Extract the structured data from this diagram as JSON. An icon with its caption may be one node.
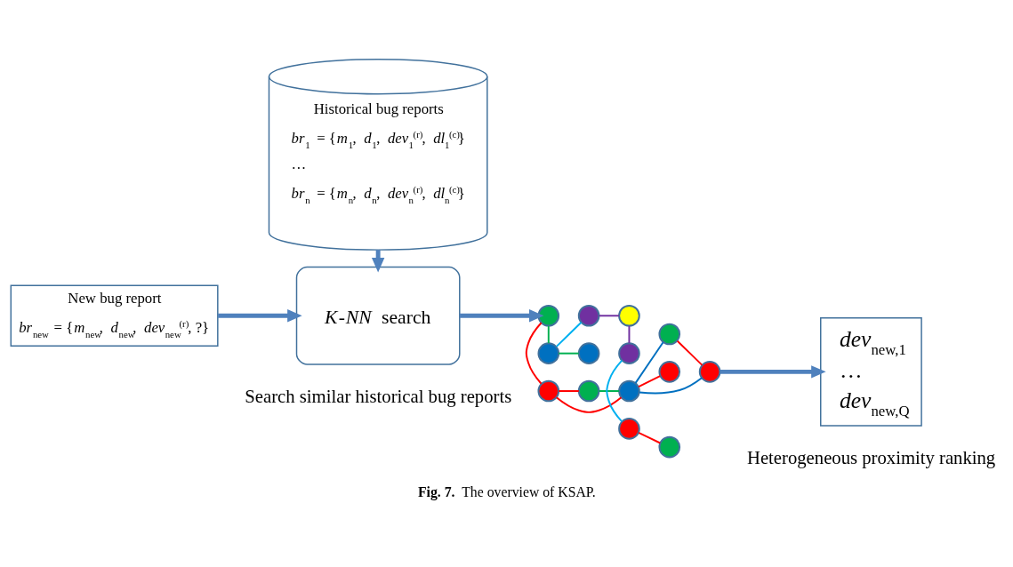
{
  "diagram": {
    "caption": "**Fig. 7.** The overview of KSAP.",
    "nodes": [
      {
        "text": [
          "Historical bug reports",
          "*br*$_{1}$ = {*m*$_{1}$, *d*$_{1}$, *dev*$_{1}$$^{(r)}$, *dl*$_{1}$$^{(c)}$}",
          "…",
          "*br*$_{n}$ = {*m*$_{n}$, *d*$_{n}$, *dev*$_{n}$$^{(r)}$, *dl*$_{n}$$^{(c)}$}"
        ]
      },
      {
        "text": [
          "New bug report",
          "*br*$_{new}$ = {*m*$_{new}$, *d*$_{new}$, *dev*$_{new}$$^{(r)}$, ?}"
        ]
      },
      {
        "text": [
          "*K*-*NN* search"
        ]
      },
      {
        "text": [],
        "shape": "circle"
      },
      {
        "text": [],
        "shape": "circle"
      },
      {
        "text": [],
        "shape": "circle"
      },
      {
        "text": [],
        "shape": "circle"
      },
      {
        "text": [],
        "shape": "circle"
      },
      {
        "text": [],
        "shape": "circle"
      },
      {
        "text": [],
        "shape": "circle"
      },
      {
        "text": [],
        "shape": "circle"
      },
      {
        "text": [],
        "shape": "circle"
      },
      {
        "text": [],
        "shape": "circle"
      },
      {
        "text": [],
        "shape": "circle"
      },
      {
        "text": [],
        "shape": "circle"
      },
      {
        "text": [],
        "shape": "circle"
      },
      {
        "text": [],
        "shape": "circle"
      },
      {
        "text": [
          "*dev*$_{new,1}$",
          "…",
          "*dev*$_{new,Q}$"
        ]
      }
    ],
    "edges": [
      {
        "from": 0,
        "to": 2,
        "arrow": "to",
        "style": "thick",
        "color": "#4f81bd"
      },
      {
        "from": 1,
        "to": 2,
        "arrow": "to",
        "style": "thick",
        "color": "#4f81bd"
      },
      {
        "from": 2,
        "to": 8,
        "arrow": "to",
        "style": "thick",
        "color": "#4f81bd"
      },
      {
        "from": 8,
        "to": 5,
        "arrow": "none"
      },
      {
        "from": 5,
        "to": 3,
        "arrow": "none"
      },
      {
        "from": 5,
        "to": 6,
        "arrow": "none"
      },
      {
        "from": 3,
        "to": 6,
        "arrow": "none",
        "color": "#00b050"
      },
      {
        "from": 6,
        "to": 4,
        "arrow": "none"
      },
      {
        "from": 6,
        "to": 7,
        "arrow": "none",
        "color": "#0070c0"
      },
      {
        "from": 6,
        "to": 12,
        "arrow": "none",
        "color": "#0070c0"
      },
      {
        "from": 12,
        "to": 7,
        "arrow": "none"
      },
      {
        "from": 8,
        "to": 9,
        "arrow": "none",
        "color": "#00b050"
      },
      {
        "from": 9,
        "to": 10,
        "arrow": "none",
        "color": "#00b0f0"
      },
      {
        "from": 10,
        "to": 11,
        "arrow": "none",
        "color": "#7030a0"
      },
      {
        "from": 11,
        "to": 13,
        "arrow": "none",
        "color": "#7030a0"
      },
      {
        "from": 13,
        "to": 16,
        "arrow": "none",
        "color": "#00b0f0"
      },
      {
        "from": 16,
        "to": 14,
        "arrow": "none"
      },
      {
        "from": 9,
        "to": 15,
        "arrow": "none",
        "color": "#00b050"
      },
      {
        "from": 7,
        "to": 17,
        "arrow": "to",
        "style": "thick",
        "color": "#4f81bd"
      }
    ],
    "labels": [
      "Search similar historical bug reports",
      "Heterogeneous proximity ranking"
    ]
  }
}
